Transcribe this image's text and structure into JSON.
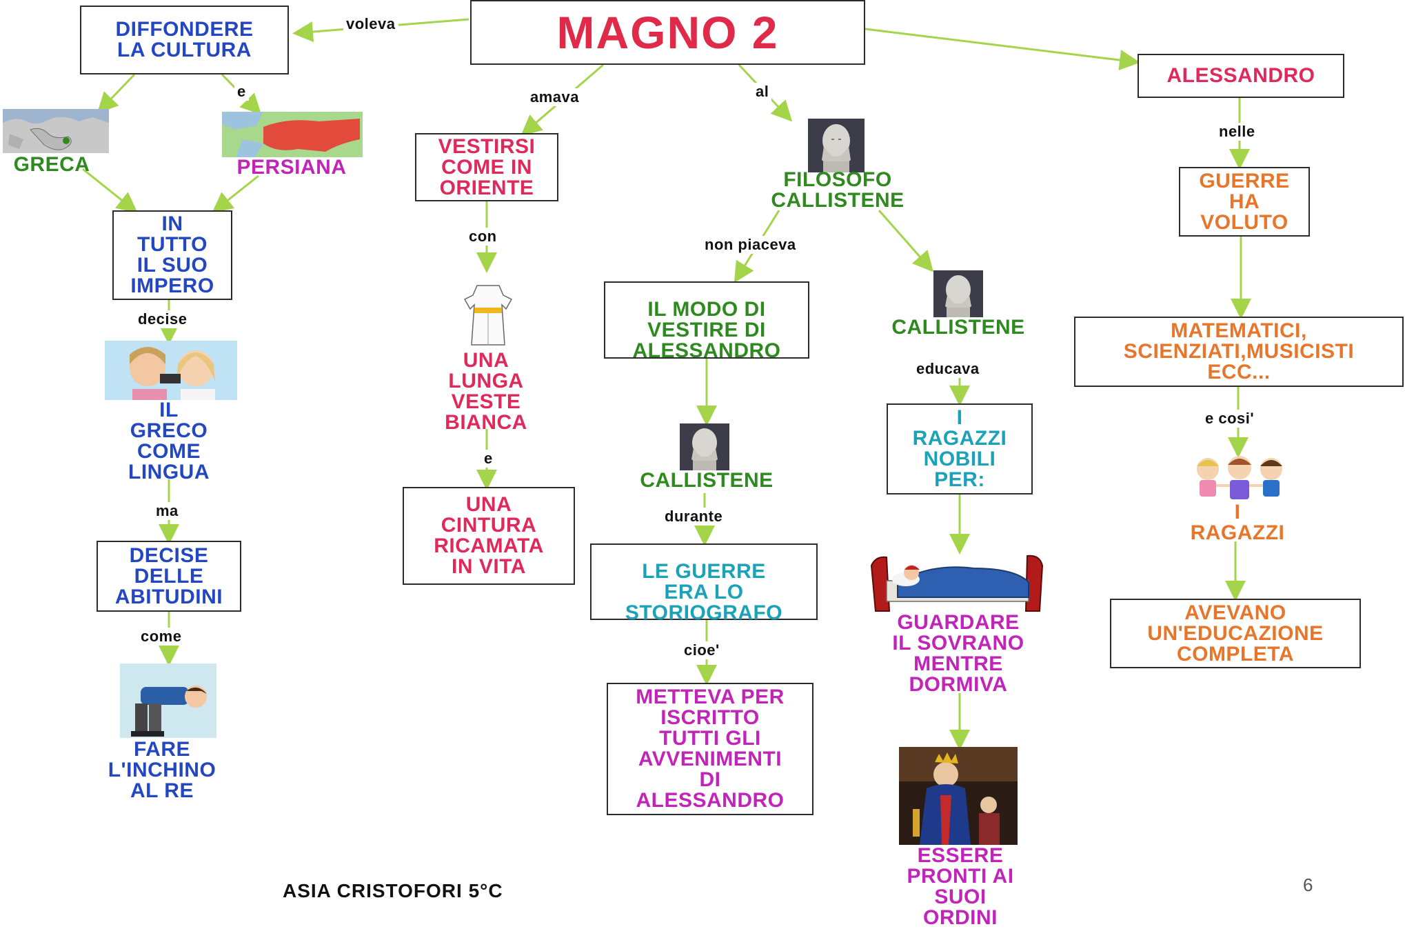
{
  "colors": {
    "edge": "#a3d44a",
    "box_border": "#2b2b2b",
    "title": "#e02a4a",
    "blue": "#2347c2",
    "green": "#2e8a1e",
    "pink": "#e0285a",
    "magenta": "#c223b8",
    "teal": "#1aa3b8",
    "orange": "#e8762a"
  },
  "title": "MAGNO 2",
  "nodes": {
    "diffondere": "DIFFONDERE\nLA CULTURA",
    "greca": "GRECA",
    "persiana": "PERSIANA",
    "impero": "IN\nTUTTO\nIL SUO\nIMPERO",
    "greco_lingua": "IL\nGRECO\nCOME\nLINGUA",
    "abitudini": "DECISE\nDELLE\nABITUDINI",
    "inchino": "FARE\nL'INCHINO\nAL RE",
    "vestirsi": "VESTIRSI\nCOME IN\nORIENTE",
    "veste": "UNA\nLUNGA\nVESTE\nBIANCA",
    "cintura": "UNA\nCINTURA\nRICAMATA\nIN VITA",
    "filosofo": "FILOSOFO\nCALLISTENE",
    "modo_vestire": "IL MODO DI\nVESTIRE DI\nALESSANDRO",
    "callistene_a": "CALLISTENE",
    "guerre_storiografo": "LE GUERRE\nERA LO\nSTORIOGRAFO",
    "metteva": "METTEVA PER\nISCRITTO\nTUTTI GLI\nAVVENIMENTI\nDI\nALESSANDRO",
    "callistene_b": "CALLISTENE",
    "ragazzi_nobili": "I\nRAGAZZI\nNOBILI\nPER:",
    "guardare": "GUARDARE\nIL SOVRANO\nMENTRE\nDORMIVA",
    "pronti": "ESSERE\nPRONTI AI\nSUOI\nORDINI",
    "alessandro": "ALESSANDRO",
    "guerre_voluto": "GUERRE\nHA\nVOLUTO",
    "matematici": "MATEMATICI,\nSCIENZIATI,MUSICISTI\nECC...",
    "ragazzi": "I\nRAGAZZI",
    "educazione": "AVEVANO\nUN'EDUCAZIONE\nCOMPLETA"
  },
  "links": {
    "voleva": "voleva",
    "e1": "e",
    "decise": "decise",
    "ma": "ma",
    "come": "come",
    "amava": "amava",
    "con": "con",
    "e2": "e",
    "al": "al",
    "non_piaceva": "non piaceva",
    "durante": "durante",
    "cioe": "cioe'",
    "educava": "educava",
    "nelle": "nelle",
    "e_cosi": "e cosi'"
  },
  "pictures": {
    "greca_map": "map-greece-icon",
    "persia_map": "map-persia-icon",
    "girls": "girls-talking-icon",
    "bowing": "bowing-man-icon",
    "robe": "white-robe-icon",
    "bust": "philosopher-bust-icon",
    "bed": "sleeping-bed-icon",
    "king": "king-painting-icon",
    "kids": "three-kids-icon"
  },
  "footer": "ASIA CRISTOFORI 5°C",
  "page_number": "6"
}
